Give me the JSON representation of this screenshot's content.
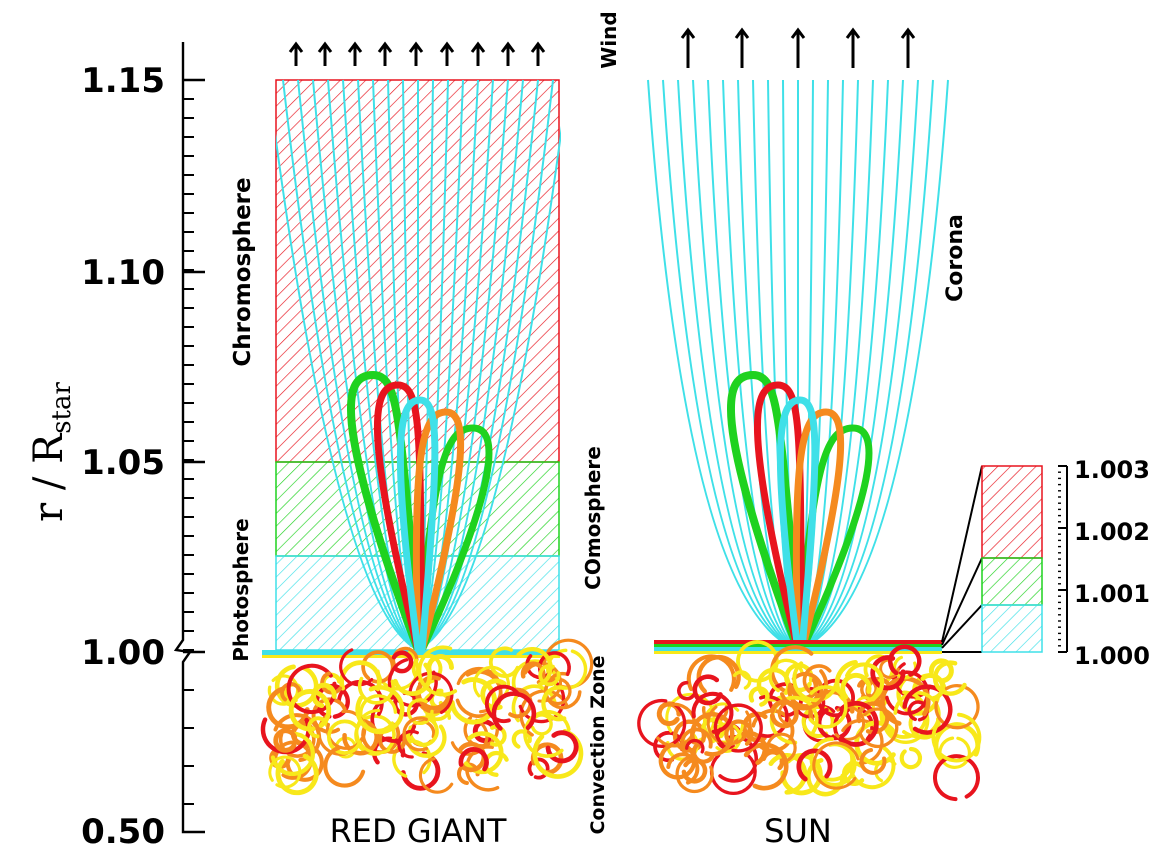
{
  "yaxis": {
    "label": "r / R",
    "label_sub": "star",
    "ticks": [
      {
        "label": "1.15",
        "value": 1.15
      },
      {
        "label": "1.10",
        "value": 1.1
      },
      {
        "label": "1.05",
        "value": 1.05
      },
      {
        "label": "1.00",
        "value": 1.0
      },
      {
        "label": "0.50",
        "value": 0.5
      }
    ]
  },
  "panels": {
    "red_giant": {
      "title": "RED GIANT",
      "layers": {
        "chromosphere": "Chromosphere",
        "comosphere": "COmosphere",
        "photosphere": "Photosphere",
        "convection": "Convection Zone"
      },
      "wind": "Wind"
    },
    "sun": {
      "title": "SUN",
      "corona": "Corona"
    }
  },
  "inset": {
    "ticks": [
      "1.003",
      "1.002",
      "1.001",
      "1.000"
    ]
  },
  "colors": {
    "chromosphere": "#e8141e",
    "comosphere": "#1fd21f",
    "photosphere": "#3fe0e8",
    "orange": "#f58a1e",
    "yellow": "#f8e81a"
  }
}
